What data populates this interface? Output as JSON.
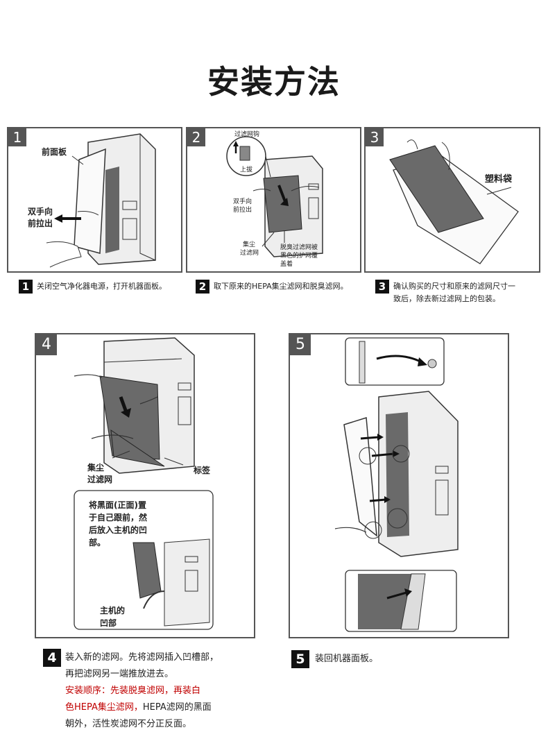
{
  "page": {
    "title": "安装方法"
  },
  "steps": [
    {
      "num": "1",
      "labels": {
        "front_panel": "前面板",
        "pull_1": "双手向",
        "pull_2": "前拉出"
      },
      "caption": "关闭空气净化器电源，打开机器面板。"
    },
    {
      "num": "2",
      "labels": {
        "hook": "过滤网钩",
        "up": "上拔",
        "pull_1": "双手向",
        "pull_2": "前拉出",
        "dust_1": "集尘",
        "dust_2": "过滤网",
        "deo_1": "脱臭过滤网被",
        "deo_2": "黑色的护网覆",
        "deo_3": "盖着"
      },
      "caption": "取下原来的HEPA集尘滤网和脱臭滤网。"
    },
    {
      "num": "3",
      "labels": {
        "bag": "塑料袋"
      },
      "caption_1": "确认购买的尺寸和原来的滤网尺寸一",
      "caption_2": "致后，除去新过滤网上的包装。"
    },
    {
      "num": "4",
      "labels": {
        "dust_1": "集尘",
        "dust_2": "过滤网",
        "tag": "标签",
        "inset_1": "将黑面(正面)置",
        "inset_2": "于自己跟前，然",
        "inset_3": "后放入主机的凹",
        "inset_4": "部。",
        "recess_1": "主机的",
        "recess_2": "凹部"
      },
      "caption_1": "装入新的滤网。先将滤网插入凹槽部，",
      "caption_2": "再把滤网另一端推放进去。",
      "caption_red_1": "安装顺序：先装脱臭滤网，再装白",
      "caption_3a_red": "色HEPA集尘滤网，",
      "caption_3b": "HEPA滤网的黑面",
      "caption_4": "朝外，活性炭滤网不分正反面。"
    },
    {
      "num": "5",
      "caption": "装回机器面板。"
    }
  ],
  "colors": {
    "frame": "#555555",
    "accent_red": "#c00000",
    "filter_dark": "#666666",
    "device": "#e9e9e9"
  }
}
